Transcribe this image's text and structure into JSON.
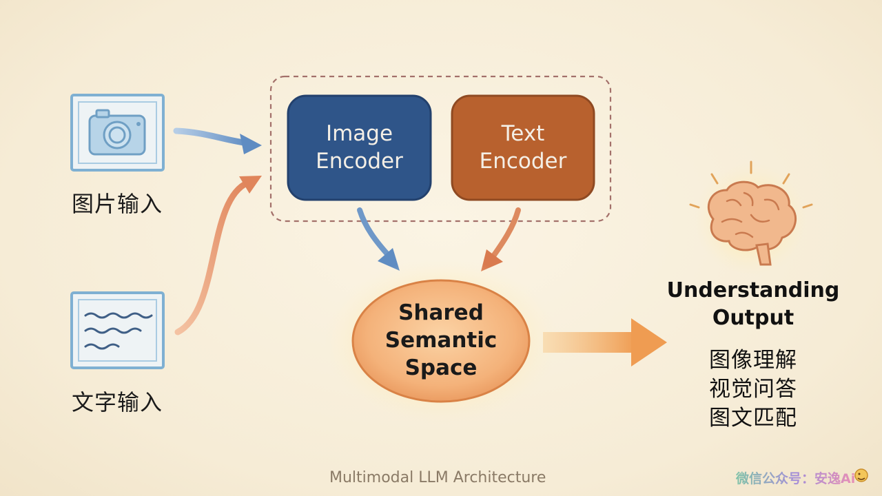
{
  "inputs": {
    "image_label": "图片输入",
    "text_label": "文字输入"
  },
  "encoders": {
    "image": "Image\nEncoder",
    "text": "Text\nEncoder"
  },
  "shared_space": "Shared\nSemantic\nSpace",
  "output": {
    "title": "Understanding\nOutput",
    "items": [
      "图像理解",
      "视觉问答",
      "图文匹配"
    ]
  },
  "footer": "Multimodal LLM Architecture",
  "watermark": "微信公众号：安逸Ai",
  "colors": {
    "background": "#f6ecd6",
    "image_encoder": "#2f5589",
    "text_encoder": "#b8612e",
    "shared_space": "#f5b478",
    "image_arrow": "#6f98c8",
    "text_arrow": "#e39a73",
    "output_arrow": "#f0a45c"
  },
  "icons": {
    "image_input": "camera-icon",
    "text_input": "document-lines-icon",
    "output": "brain-icon"
  }
}
